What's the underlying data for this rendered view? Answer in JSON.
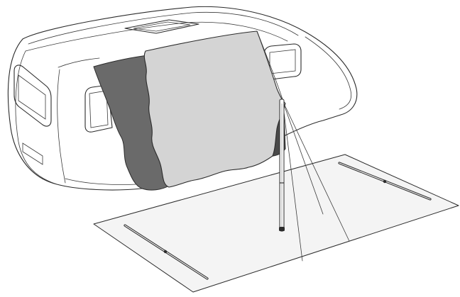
{
  "colors": {
    "background": "#ffffff",
    "line": "#2b2b2b",
    "caravan_body": "#ffffff",
    "awning_fabric_front": "#d4d4d4",
    "awning_fabric_back": "#6a6a6a",
    "ground_sheet": "#f2f2f2"
  },
  "icons": {
    "caravan": "caravan-illustration",
    "awning": "awning-fabric",
    "pole": "support-pole",
    "groundsheet": "ground-sheet"
  }
}
